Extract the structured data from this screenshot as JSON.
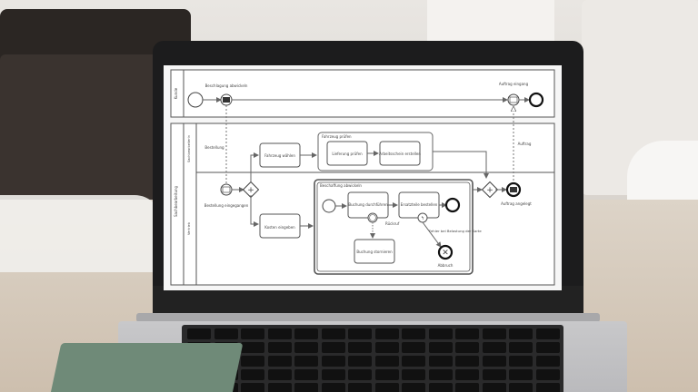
{
  "diagram": {
    "pools": [
      {
        "name": "Kunde"
      },
      {
        "name": "Sachbearbeitung",
        "lanes": [
          "Sachbearbeiterin",
          "Vertrieb"
        ]
      }
    ],
    "nodes": {
      "kunde_send": "Beschlagung abwickeln",
      "kunde_receive": "Auftrag eingang",
      "msg_label_left": "Bestellung",
      "msg_label_right": "Auftrag",
      "task_top_1": "Fahrzeug wählen",
      "group_top": "Fahrzeug prüfen",
      "task_top_2": "Lieferung prüfen",
      "task_top_3": "Arbeitsschein erstellen",
      "start_event_left": "Bestellung eingegangen",
      "task_low_1": "Kosten eingeben",
      "subprocess_title": "Beschaffung abwickeln",
      "sub_task_1": "Buchung durchführen",
      "sub_task_2": "Ersatzteile bestellen",
      "sub_boundary": "Rückruf",
      "sub_task_3": "Buchung stornieren",
      "sub_error_note": "Fehler bei Belastung der Karte",
      "sub_error_end": "Abbruch",
      "end_label": "Auftrag angelegt"
    }
  }
}
